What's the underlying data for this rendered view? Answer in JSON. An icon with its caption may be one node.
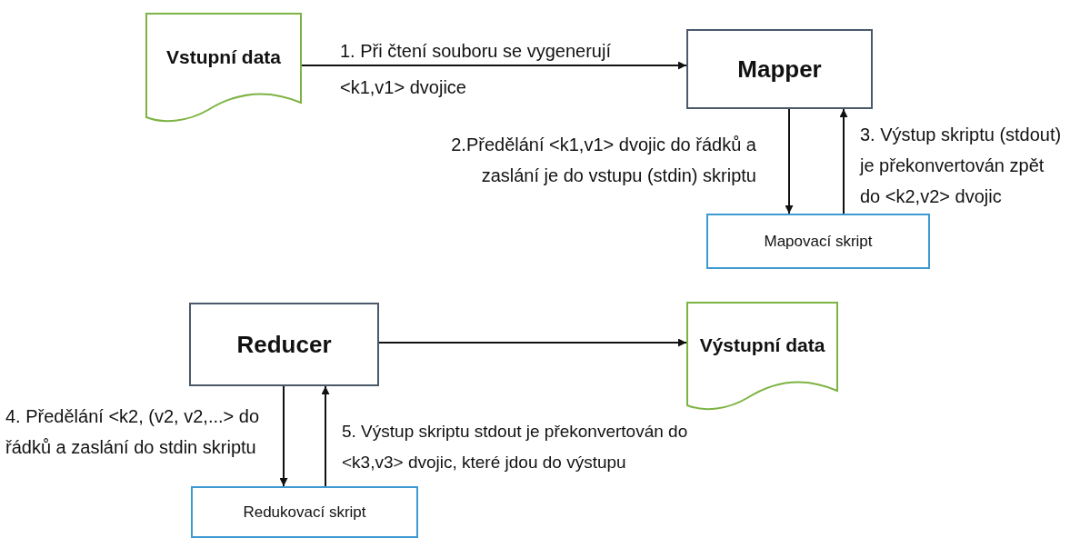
{
  "diagram": {
    "nodes": [
      {
        "text": [
          "Vstupní data"
        ]
      },
      {
        "text": [
          "Mapper"
        ]
      },
      {
        "text": [
          "Mapovací skript"
        ]
      },
      {
        "text": [
          "Reducer"
        ]
      },
      {
        "text": [
          "Výstupní data"
        ]
      },
      {
        "text": [
          "Redukovací skript"
        ]
      }
    ],
    "edges": [
      {
        "from": 0,
        "to": 1,
        "arrow": "to",
        "label": "1. Při čtení souboru se vygenerují <k1,v1> dvojice"
      },
      {
        "from": 1,
        "to": 2,
        "arrow": "to",
        "label": "2.Předělání <k1,v1> dvojic do řádků a zaslání je do vstupu (stdin) skriptu"
      },
      {
        "from": 2,
        "to": 1,
        "arrow": "to",
        "label": "3. Výstup skriptu (stdout) je překonvertován zpět do <k2,v2> dvojic"
      },
      {
        "from": 3,
        "to": 4,
        "arrow": "to"
      },
      {
        "from": 3,
        "to": 5,
        "arrow": "to",
        "label": "4. Předělání <k2, (v2, v2,...> do řádků a zaslání do stdin skriptu"
      },
      {
        "from": 5,
        "to": 3,
        "arrow": "to",
        "label": "5. Výstup skriptu stdout je překonvertován do <k3,v3> dvojic, které jdou do výstupu"
      }
    ]
  }
}
